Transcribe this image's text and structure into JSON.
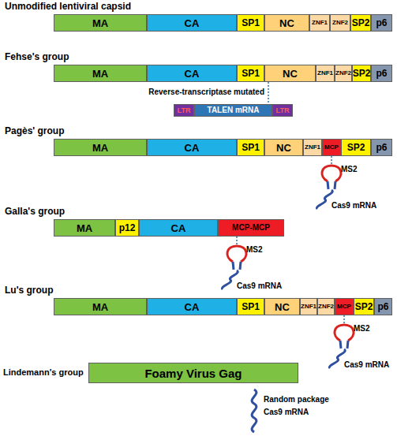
{
  "diagram": {
    "nodes": [
      {
        "text": [
          "MA"
        ]
      },
      {
        "text": [
          "CA"
        ]
      },
      {
        "text": [
          "SP1"
        ]
      },
      {
        "text": [
          "NC"
        ]
      },
      {
        "text": [
          "ZNF1"
        ]
      },
      {
        "text": [
          "ZNF2"
        ]
      },
      {
        "text": [
          "SP2"
        ]
      },
      {
        "text": [
          "p6"
        ]
      },
      {
        "text": [
          "MA"
        ]
      },
      {
        "text": [
          "CA"
        ]
      },
      {
        "text": [
          "SP1"
        ]
      },
      {
        "text": [
          "NC"
        ]
      },
      {
        "text": [
          "ZNF1"
        ]
      },
      {
        "text": [
          "ZNF2"
        ]
      },
      {
        "text": [
          "SP2"
        ]
      },
      {
        "text": [
          "p6"
        ]
      },
      {
        "text": [
          "LTR"
        ]
      },
      {
        "text": [
          "TALEN mRNA"
        ]
      },
      {
        "text": [
          "LTR"
        ]
      },
      {
        "text": [
          "MA"
        ]
      },
      {
        "text": [
          "CA"
        ]
      },
      {
        "text": [
          "SP1"
        ]
      },
      {
        "text": [
          "NC"
        ]
      },
      {
        "text": [
          "ZNF1"
        ]
      },
      {
        "text": [
          "MCP"
        ]
      },
      {
        "text": [
          "SP2"
        ]
      },
      {
        "text": [
          "p6"
        ]
      },
      {
        "text": [
          "MA"
        ]
      },
      {
        "text": [
          "p12"
        ]
      },
      {
        "text": [
          "CA"
        ]
      },
      {
        "text": [
          "MCP-MCP"
        ]
      },
      {
        "text": [
          "MA"
        ]
      },
      {
        "text": [
          "CA"
        ]
      },
      {
        "text": [
          "SP1"
        ]
      },
      {
        "text": [
          "NC"
        ]
      },
      {
        "text": [
          "ZNF1"
        ]
      },
      {
        "text": [
          "ZNF2"
        ]
      },
      {
        "text": [
          "MCP"
        ]
      },
      {
        "text": [
          "SP2"
        ]
      },
      {
        "text": [
          "p6"
        ]
      },
      {
        "text": [
          "Foamy Virus Gag"
        ]
      }
    ],
    "edges": [
      {
        "from": 11,
        "to": 17,
        "arrow": "none",
        "label": "Reverse-transcriptase mutated"
      }
    ],
    "labels": [
      "Unmodified lentiviral capsid",
      "Fehse's group",
      "Pagès' group",
      "MS2",
      "Cas9 mRNA",
      "Galla's group",
      "MS2",
      "Cas9 mRNA",
      "Lu's group",
      "MS2",
      "Cas9 mRNA",
      "Lindemann's group",
      "Random package",
      "Cas9 mRNA"
    ]
  }
}
